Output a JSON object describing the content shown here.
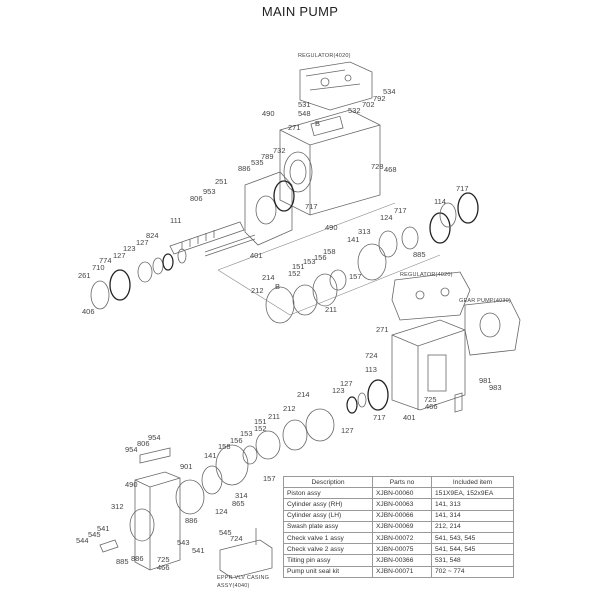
{
  "title": "MAIN PUMP",
  "assembly_labels": {
    "regulator_top": "REGULATOR(4020)",
    "regulator_mid": "REGULATOR(4020)",
    "gear_pump": "GEAR PUMP(4030)",
    "eppr_line1": "EPPR VLV CASING",
    "eppr_line2": "ASSY(4040)"
  },
  "callouts": {
    "upper": [
      "490",
      "531",
      "548",
      "534",
      "792",
      "702",
      "532",
      "271",
      "B",
      "732",
      "789",
      "535",
      "886",
      "728",
      "468",
      "251",
      "953",
      "806",
      "717",
      "717",
      "114",
      "717",
      "124",
      "111",
      "824",
      "127",
      "123",
      "127",
      "774",
      "710",
      "261",
      "406",
      "401",
      "490",
      "313",
      "141",
      "158",
      "156",
      "153",
      "151",
      "152",
      "157",
      "885",
      "214",
      "B",
      "212",
      "211"
    ],
    "middle": [
      "271",
      "724",
      "113",
      "981",
      "983",
      "725",
      "466",
      "717",
      "401",
      "127",
      "123",
      "127",
      "214",
      "212",
      "211",
      "151",
      "152",
      "153",
      "156",
      "158",
      "141",
      "157",
      "901",
      "314",
      "865",
      "124"
    ],
    "lower": [
      "954",
      "806",
      "954",
      "490",
      "312",
      "886",
      "541",
      "545",
      "544",
      "543",
      "545",
      "724",
      "541",
      "885",
      "886",
      "725",
      "466"
    ]
  },
  "parts_table": {
    "headers": [
      "Description",
      "Parts no",
      "Included item"
    ],
    "rows": [
      [
        "Piston assy",
        "XJBN-00060",
        "151X9EA, 152x9EA"
      ],
      [
        "Cylinder assy (RH)",
        "XJBN-00063",
        "141, 313"
      ],
      [
        "Cylinder assy (LH)",
        "XJBN-00066",
        "141, 314"
      ],
      [
        "Swash plate assy",
        "XJBN-00069",
        "212, 214"
      ],
      [
        "Check valve 1 assy",
        "XJBN-00072",
        "541, 543, 545"
      ],
      [
        "Check valve 2 assy",
        "XJBN-00075",
        "541, 544, 545"
      ],
      [
        "Tilting pin assy",
        "XJBN-00366",
        "531, 548"
      ],
      [
        "Pump unit seal kit",
        "XJBN-00071",
        "702 ~ 774"
      ]
    ]
  },
  "colors": {
    "line": "#555555",
    "text": "#333333",
    "table_border": "#999999"
  }
}
